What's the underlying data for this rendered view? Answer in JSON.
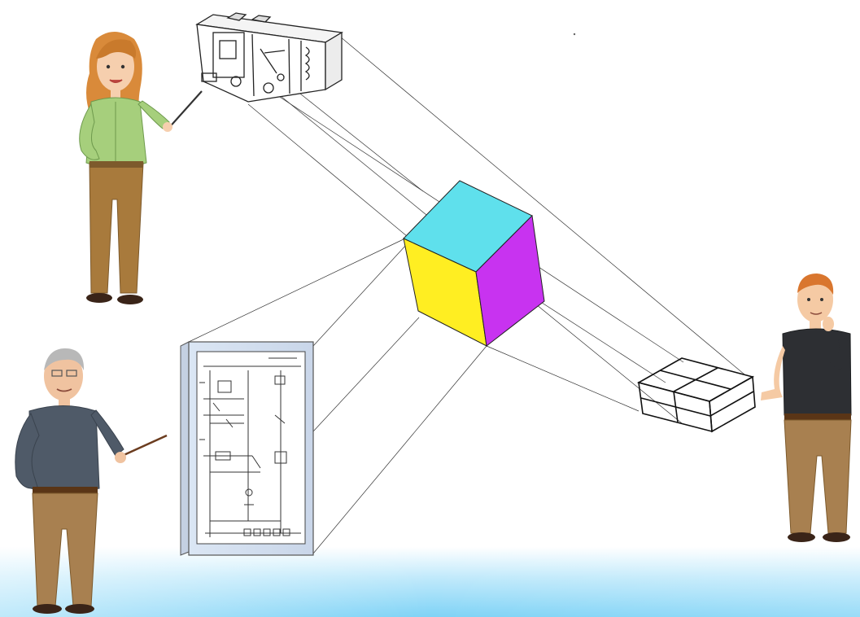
{
  "scene": {
    "figures": [
      {
        "name": "presenter-woman",
        "role": "pointing at device"
      },
      {
        "name": "presenter-man-gray-hair",
        "role": "pointing at schematic"
      },
      {
        "name": "observer-man-red-hair",
        "role": "thinking"
      }
    ],
    "views": [
      "device-sketch",
      "circuit-schematic",
      "wireframe-box"
    ],
    "cube_colors": {
      "top": "#5fe0ec",
      "left": "#ffee22",
      "right": "#c833f0"
    },
    "footer_gradient": [
      "#ffffff",
      "#bfe9fb",
      "#7fd3f6"
    ]
  }
}
